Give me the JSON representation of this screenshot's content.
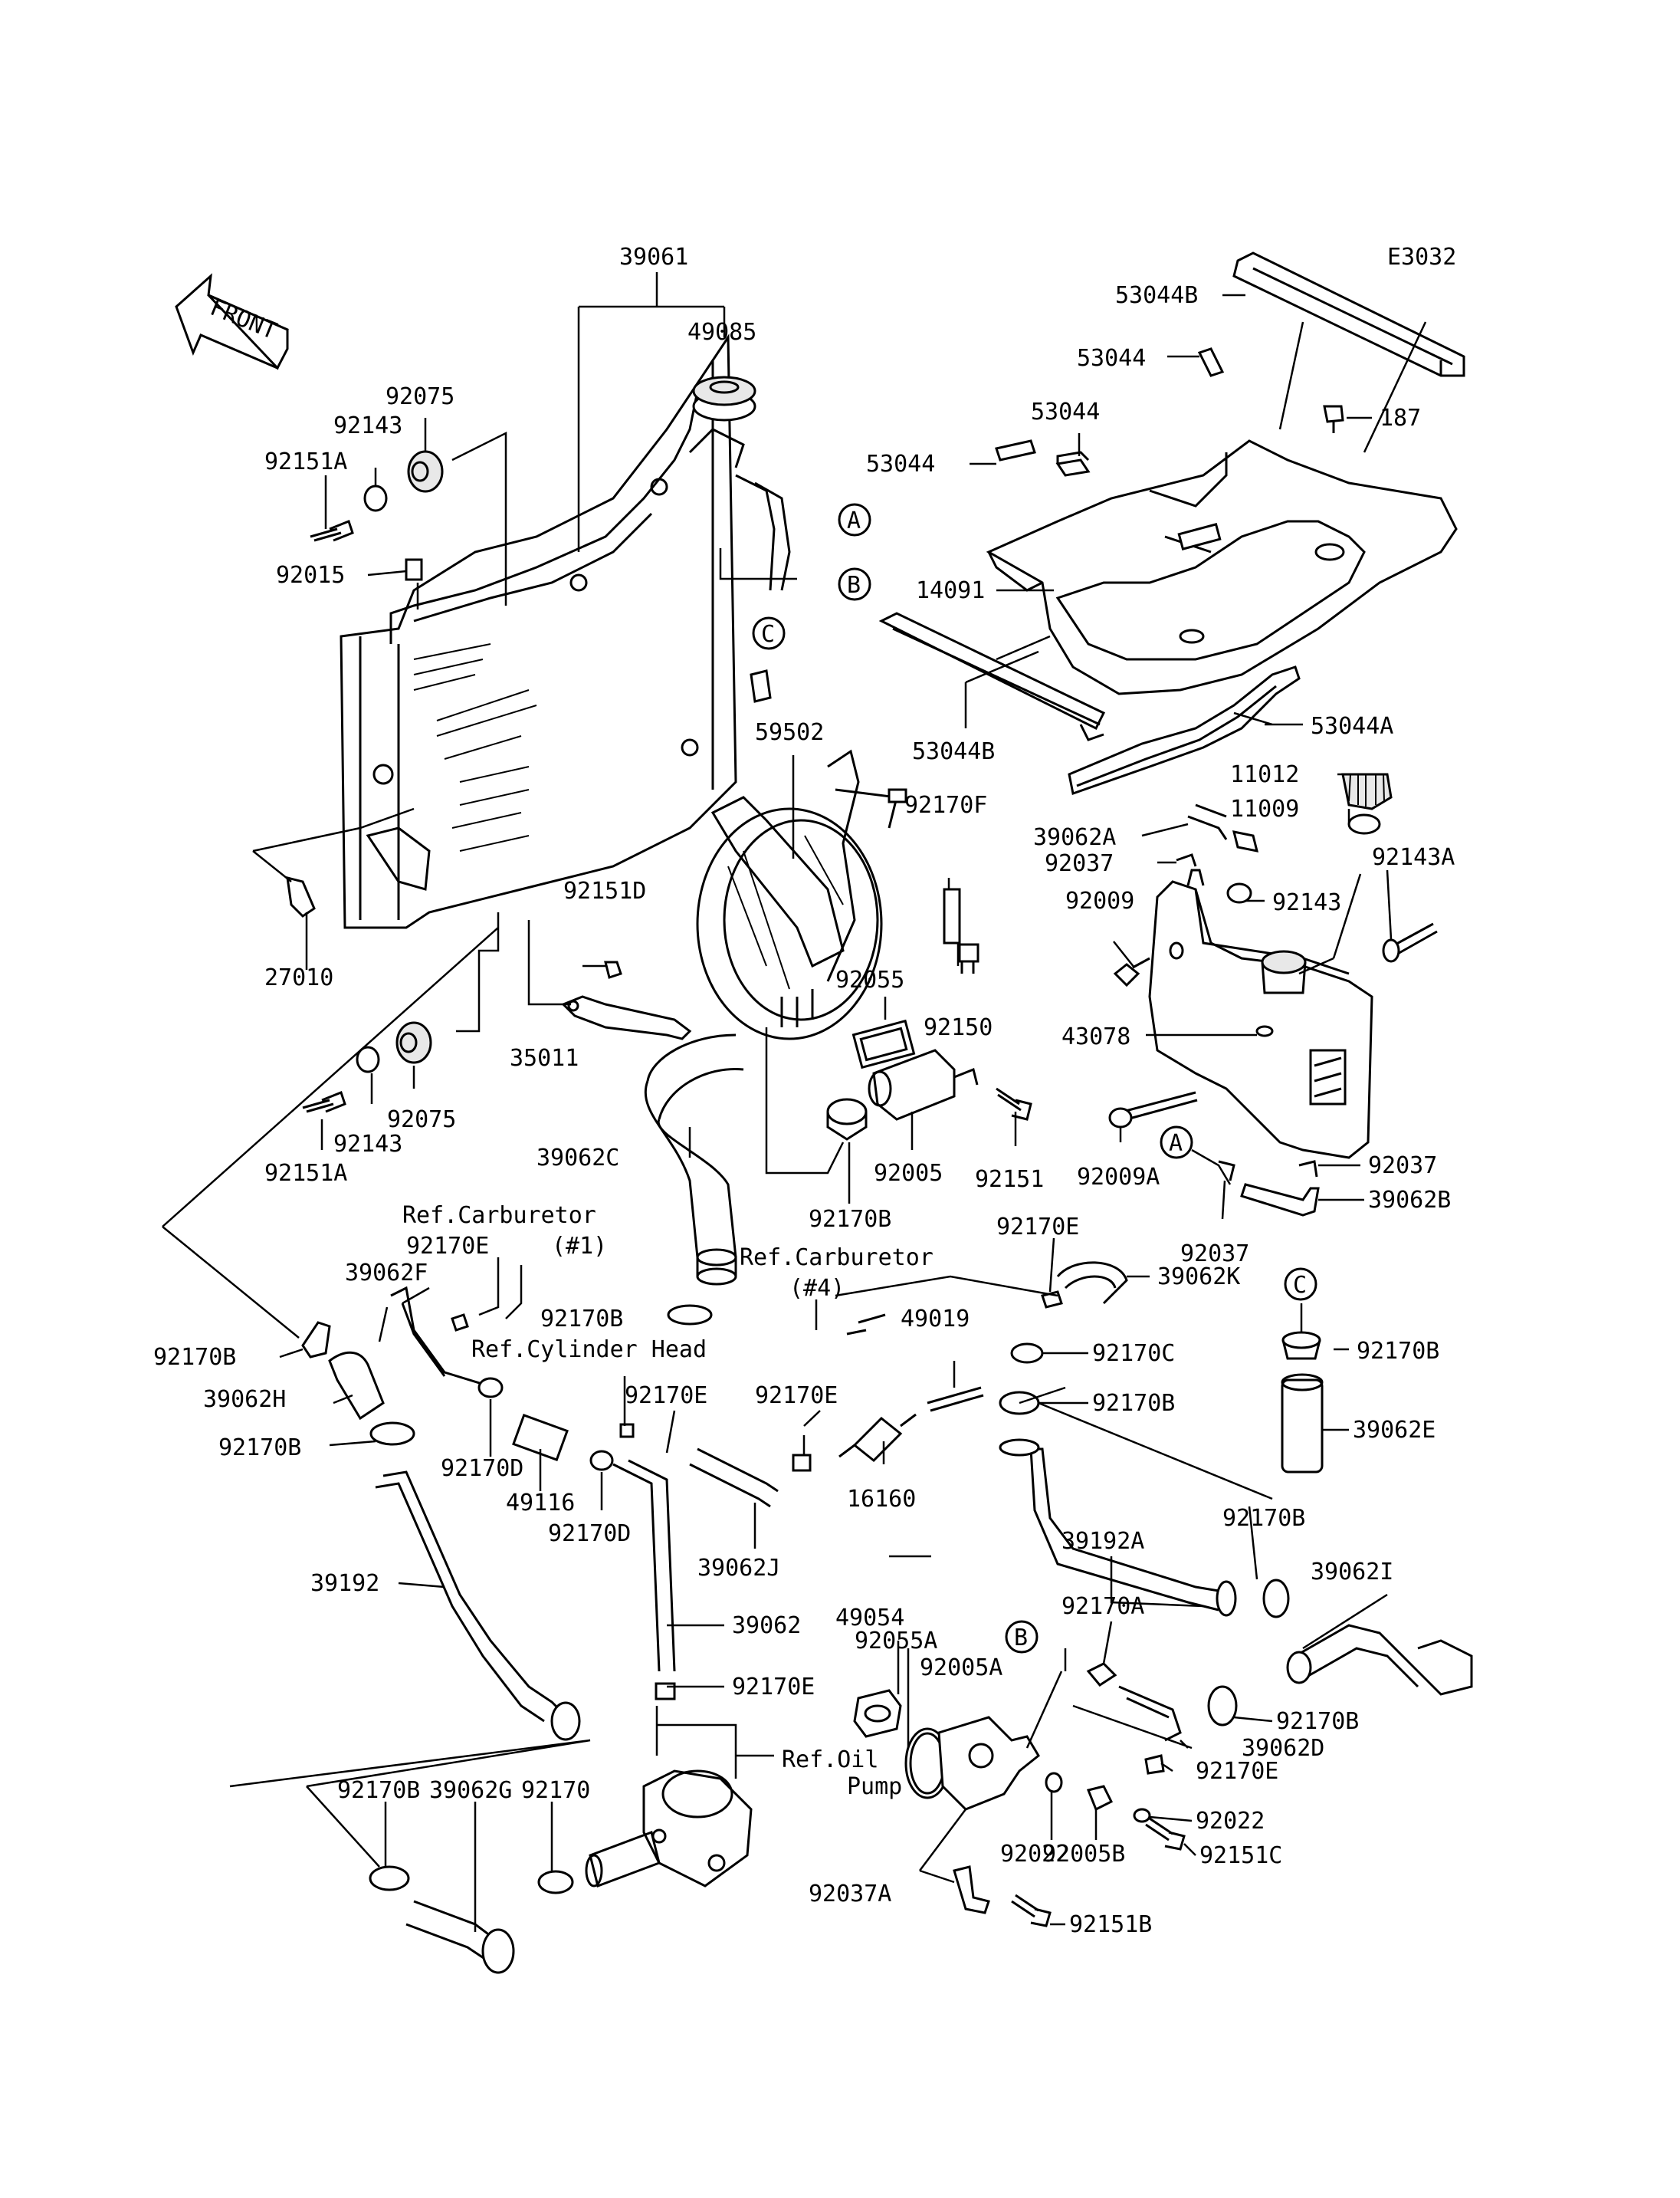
{
  "diagram": {
    "code": "E3032",
    "front_label": "FRONT",
    "callouts": {
      "p39061": "39061",
      "p49085": "49085",
      "p92075_top": "92075",
      "p92143_top": "92143",
      "p92151A_top": "92151A",
      "p92015": "92015",
      "p27010": "27010",
      "p92151D": "92151D",
      "p35011": "35011",
      "p92075_bot": "92075",
      "p92143_bot": "92143",
      "p92151A_bot": "92151A",
      "p59502": "59502",
      "p92170F": "92170F",
      "p92055": "92055",
      "p92150": "92150",
      "p39062C": "39062C",
      "p92005": "92005",
      "p92151": "92151",
      "p92170B_fan": "92170B",
      "p53044B_top": "53044B",
      "p53044_a": "53044",
      "p53044_b": "53044",
      "p53044_c": "53044",
      "p187": "187",
      "p14091": "14091",
      "p53044B_bot": "53044B",
      "p53044A": "53044A",
      "p11012": "11012",
      "p11009": "11009",
      "p39062A": "39062A",
      "p92037_a": "92037",
      "p92143A": "92143A",
      "p92009": "92009",
      "p92143_res": "92143",
      "p43078": "43078",
      "p92009A": "92009A",
      "p92037_b": "92037",
      "p39062B": "39062B",
      "p92037_c": "92037",
      "p92170E_a": "92170E",
      "p39062K": "39062K",
      "p92170B_c": "92170B",
      "p92170C": "92170C",
      "p92170B_d": "92170B",
      "p39062E": "39062E",
      "p92170B_e": "92170B",
      "p39192A": "39192A",
      "p39062I": "39062I",
      "p92170A": "92170A",
      "p92170B_f": "92170B",
      "p39062D": "39062D",
      "p92170E_b": "92170E",
      "p92022_a": "92022",
      "p92022_b": "92022",
      "p92151C": "92151C",
      "p92005B": "92005B",
      "p92005A": "92005A",
      "p92055A": "92055A",
      "p49054": "49054",
      "p92037A": "92037A",
      "p92151B": "92151B",
      "p92170E_c": "92170E",
      "p39062F": "39062F",
      "p92170B_g": "92170B",
      "p92170B_h": "92170B",
      "p39062H": "39062H",
      "p92170B_i": "92170B",
      "p92170D_a": "92170D",
      "p49116": "49116",
      "p92170D_b": "92170D",
      "p92170E_d": "92170E",
      "p92170E_e": "92170E",
      "p49019": "49019",
      "p16160": "16160",
      "p39062J": "39062J",
      "p39192": "39192",
      "p39062": "39062",
      "p92170E_f": "92170E",
      "p92170B_j": "92170B",
      "p39062G": "39062G",
      "p92170": "92170"
    },
    "refs": {
      "carb1_line1": "Ref.Carburetor",
      "carb1_line2": "(#1)",
      "carb4_line1": "Ref.Carburetor",
      "carb4_line2": "(#4)",
      "cyl_head": "Ref.Cylinder Head",
      "oil_pump_line1": "Ref.Oil",
      "oil_pump_line2": "Pump"
    },
    "markers": {
      "A": "A",
      "B": "B",
      "C": "C"
    }
  }
}
